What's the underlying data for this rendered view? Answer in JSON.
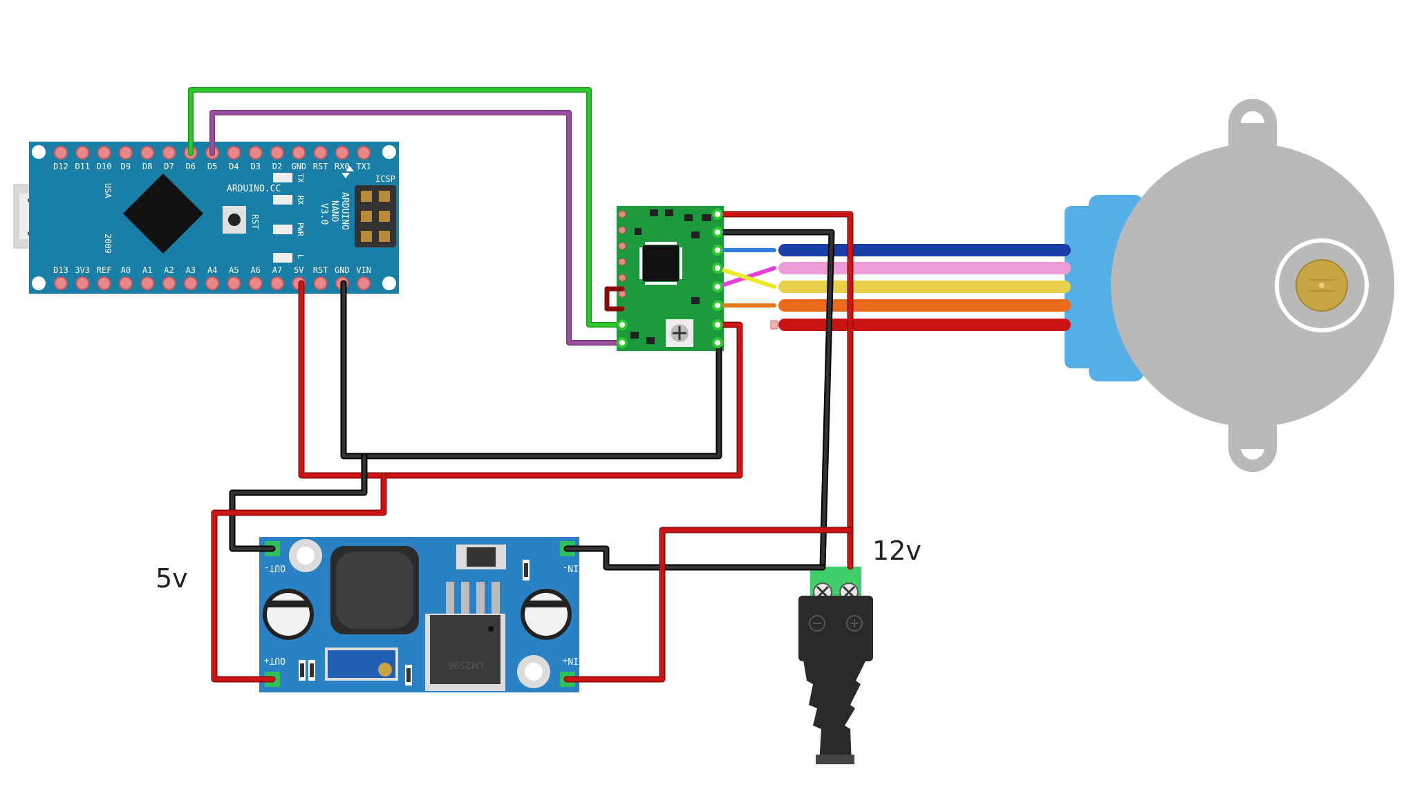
{
  "nano": {
    "top_pins": [
      "D12",
      "D11",
      "D10",
      "D9",
      "D8",
      "D7",
      "D6",
      "D5",
      "D4",
      "D3",
      "D2",
      "GND",
      "RST",
      "RX0",
      "TX1"
    ],
    "bottom_pins": [
      "D13",
      "3V3",
      "REF",
      "A0",
      "A1",
      "A2",
      "A3",
      "A4",
      "A5",
      "A6",
      "A7",
      "5V",
      "RST",
      "GND",
      "VIN"
    ],
    "site": "ARDUINO.CC",
    "model": [
      "ARDUINO",
      "NANO",
      "V3.0"
    ],
    "country": "USA",
    "year": "2009",
    "rst": "RST",
    "icsp": "ICSP",
    "leds": [
      "TX",
      "RX",
      "PWR",
      "L"
    ]
  },
  "buck": {
    "out_minus": "OUT-",
    "out_plus": "OUT+",
    "in_minus": "IN-",
    "in_plus": "IN+",
    "chip": "LM2596"
  },
  "labels": {
    "v5": "5v",
    "v12": "12v"
  },
  "wire_colors": {
    "green": "#2ec92e",
    "purple": "#9b4f9e",
    "red": "#cc1414",
    "black": "#1a1a1a",
    "blue": "#1a3faa",
    "pink": "#ee9cd6",
    "yellow": "#e8d04a",
    "orange": "#ec6a1c"
  },
  "board_colors": {
    "nano": "#1a7fa6",
    "driver": "#1e9a3e",
    "buck": "#2a82c4",
    "motor": "#b9b9b9",
    "motor_cap": "#55aee6"
  }
}
